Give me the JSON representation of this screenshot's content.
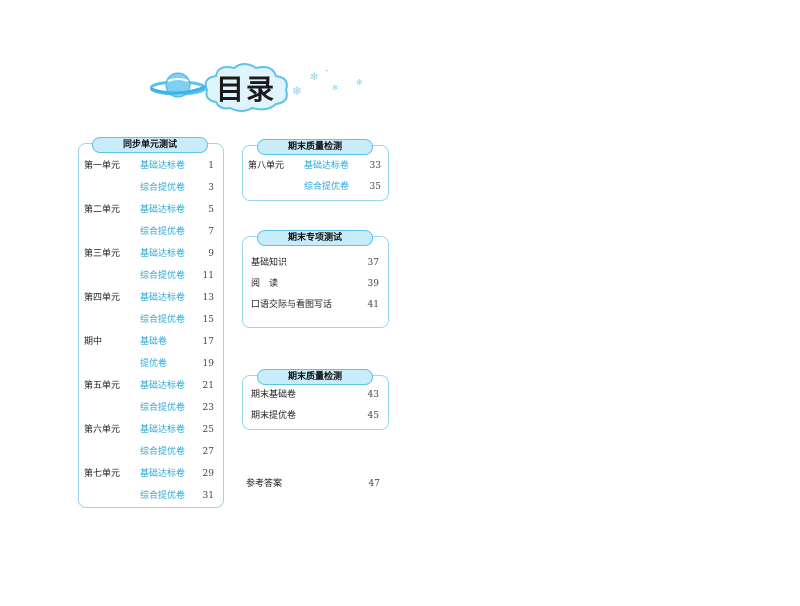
{
  "header": {
    "title": "目录"
  },
  "left_box": {
    "heading": "同步单元测试",
    "rows": [
      {
        "unit": "第一单元",
        "name": "基础达标卷",
        "page": "1"
      },
      {
        "unit": "",
        "name": "综合提优卷",
        "page": "3"
      },
      {
        "unit": "第二单元",
        "name": "基础达标卷",
        "page": "5"
      },
      {
        "unit": "",
        "name": "综合提优卷",
        "page": "7"
      },
      {
        "unit": "第三单元",
        "name": "基础达标卷",
        "page": "9"
      },
      {
        "unit": "",
        "name": "综合提优卷",
        "page": "11"
      },
      {
        "unit": "第四单元",
        "name": "基础达标卷",
        "page": "13"
      },
      {
        "unit": "",
        "name": "综合提优卷",
        "page": "15"
      },
      {
        "unit": "期中",
        "name": "基础卷",
        "page": "17"
      },
      {
        "unit": "",
        "name": "提优卷",
        "page": "19"
      },
      {
        "unit": "第五单元",
        "name": "基础达标卷",
        "page": "21"
      },
      {
        "unit": "",
        "name": "综合提优卷",
        "page": "23"
      },
      {
        "unit": "第六单元",
        "name": "基础达标卷",
        "page": "25"
      },
      {
        "unit": "",
        "name": "综合提优卷",
        "page": "27"
      },
      {
        "unit": "第七单元",
        "name": "基础达标卷",
        "page": "29"
      },
      {
        "unit": "",
        "name": "综合提优卷",
        "page": "31"
      }
    ]
  },
  "box1": {
    "heading": "期末质量检测",
    "rows": [
      {
        "unit": "第八单元",
        "name": "基础达标卷",
        "page": "33"
      },
      {
        "unit": "",
        "name": "综合提优卷",
        "page": "35"
      }
    ]
  },
  "box2": {
    "heading": "期末专项测试",
    "rows": [
      {
        "name": "基础知识",
        "page": "37"
      },
      {
        "name": "阅　读",
        "page": "39"
      },
      {
        "name": "口语交际与看图写话",
        "page": "41"
      }
    ]
  },
  "box3": {
    "heading": "期末质量检测",
    "rows": [
      {
        "name": "期末基础卷",
        "page": "43"
      },
      {
        "name": "期末提优卷",
        "page": "45"
      }
    ]
  },
  "answers": {
    "name": "参考答案",
    "page": "47"
  },
  "colors": {
    "accent": "#2aa8dc",
    "pill_fill": "#c9ecfb",
    "border": "#9ad6ef"
  }
}
